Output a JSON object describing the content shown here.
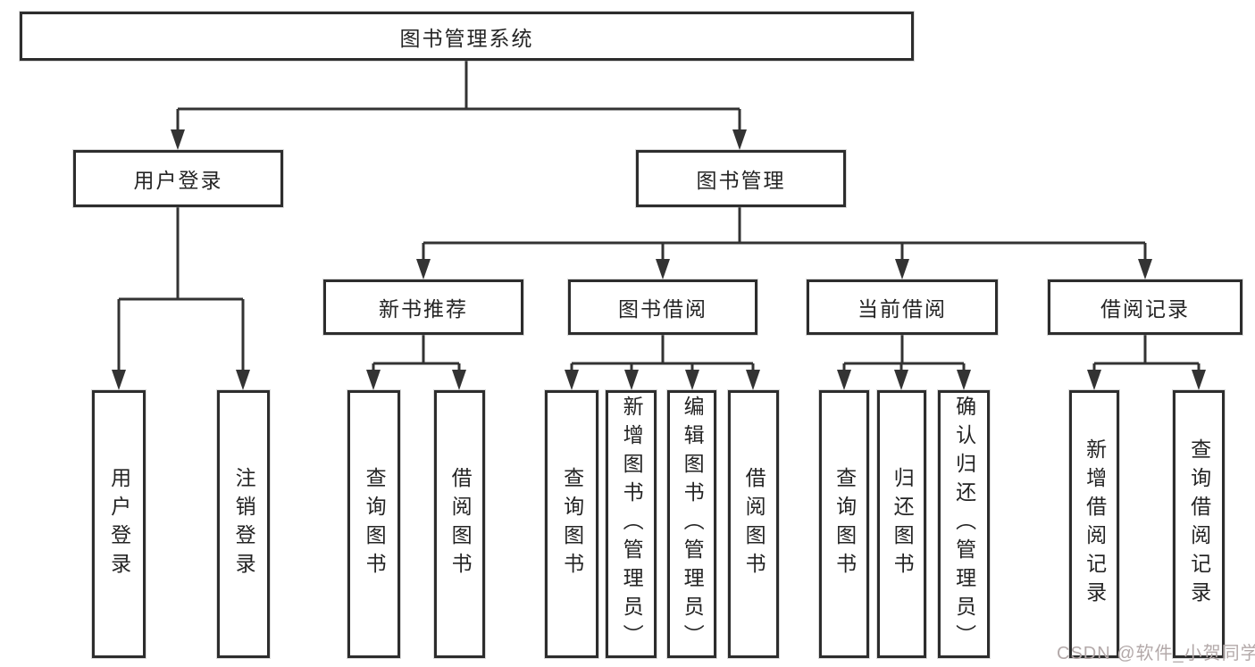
{
  "diagram_title": "图书管理系统",
  "colors": {
    "line": "#333333",
    "box_border": "#2d2d2d",
    "text": "#242424",
    "background": "#ffffff",
    "watermark": "#b3a9a9"
  },
  "nodes": {
    "root": {
      "label": "图书管理系统"
    },
    "login": {
      "label": "用户登录"
    },
    "mgmt": {
      "label": "图书管理"
    },
    "rec": {
      "label": "新书推荐"
    },
    "borrow": {
      "label": "图书借阅"
    },
    "current": {
      "label": "当前借阅"
    },
    "record": {
      "label": "借阅记录"
    },
    "login_user": {
      "label": "用户登录"
    },
    "login_logout": {
      "label": "注销登录"
    },
    "rec_query": {
      "label": "查询图书"
    },
    "rec_borrow": {
      "label": "借阅图书"
    },
    "borrow_query": {
      "label": "查询图书"
    },
    "borrow_add": {
      "label": "新增图书（管理员）"
    },
    "borrow_edit": {
      "label": "编辑图书（管理员）"
    },
    "borrow_take": {
      "label": "借阅图书"
    },
    "current_query": {
      "label": "查询图书"
    },
    "current_return": {
      "label": "归还图书"
    },
    "current_confirm": {
      "label": "确认归还（管理员）"
    },
    "record_add": {
      "label": "新增借阅记录"
    },
    "record_query": {
      "label": "查询借阅记录"
    }
  },
  "watermark": {
    "text": "CSDN @软件_小贺同学"
  }
}
